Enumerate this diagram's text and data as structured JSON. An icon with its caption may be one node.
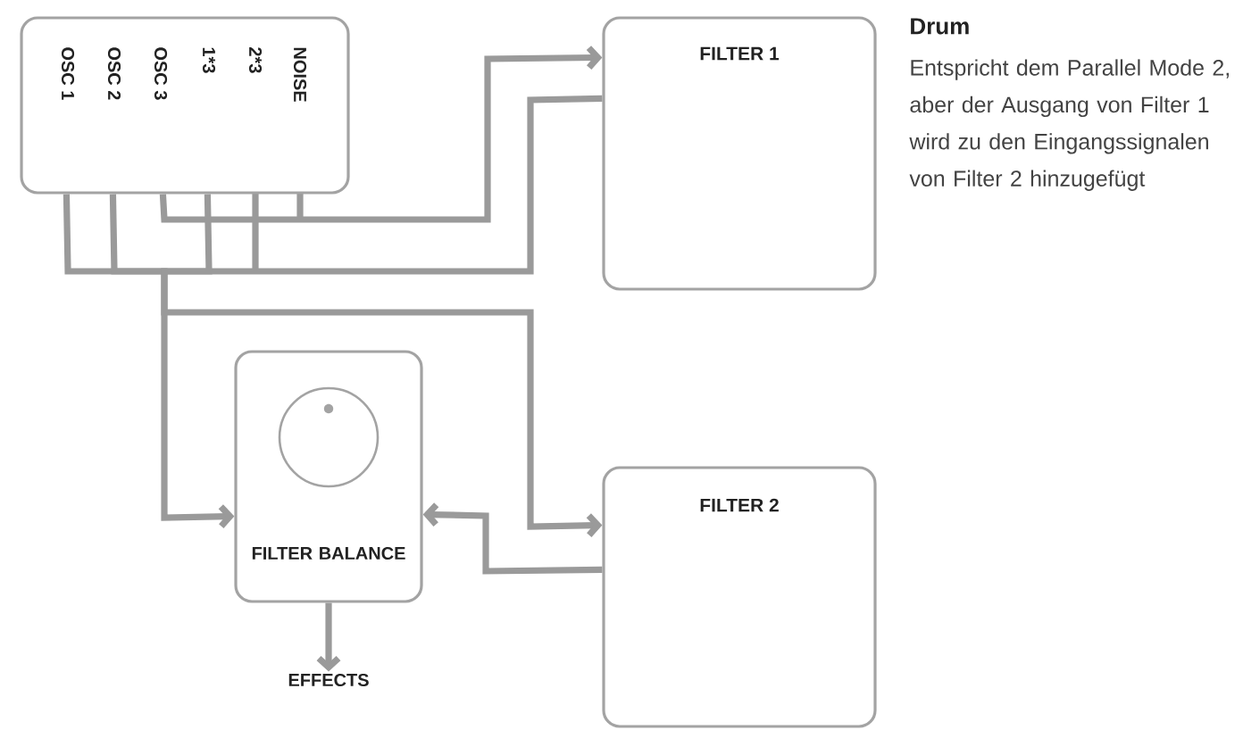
{
  "diagram": {
    "nodes": [
      {
        "text": [
          "OSC 1",
          "OSC 2",
          "OSC 3",
          "1*3",
          "2*3",
          "NOISE"
        ]
      },
      {
        "text": [
          "FILTER 1"
        ]
      },
      {
        "text": [
          "FILTER BALANCE"
        ]
      },
      {
        "text": [
          "FILTER 2"
        ]
      },
      {
        "text": [
          "EFFECTS"
        ]
      }
    ],
    "edges": [
      {
        "from": 0,
        "to": 1,
        "arrow": "to"
      },
      {
        "from": 0,
        "to": 1,
        "arrow": "none"
      },
      {
        "from": 0,
        "to": 2,
        "arrow": "to"
      },
      {
        "from": 0,
        "to": 3,
        "arrow": "to"
      },
      {
        "from": 3,
        "to": 2,
        "arrow": "to"
      },
      {
        "from": 2,
        "to": 4,
        "arrow": "to"
      }
    ],
    "labels": [
      "Drum",
      "Entspricht dem Parallel Mode 2, aber der Ausgang von Filter 1 wird zu den Eingangssignalen von Filter 2 hinzugefügt"
    ]
  }
}
